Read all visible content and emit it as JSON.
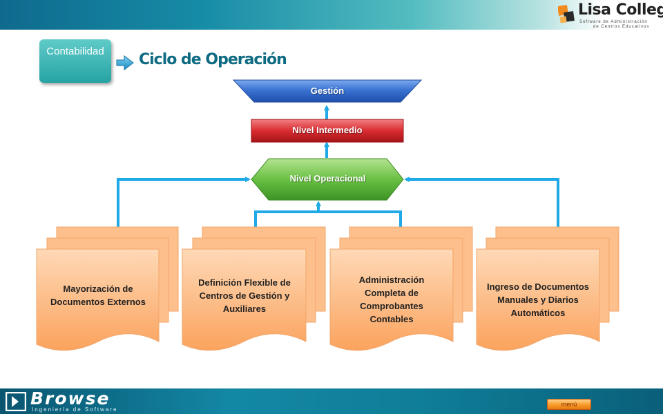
{
  "header": {
    "brand": "Lisa College",
    "brand_sub_line1": "Software de Administración",
    "brand_sub_line2": "de Centros Educativos"
  },
  "section_badge": "Contabilidad",
  "page_title": "Ciclo de Operación",
  "diagram": {
    "nodes": {
      "gestion": "Gestión",
      "intermedio": "Nivel Intermedio",
      "operacional": "Nivel Operacional"
    },
    "documents": [
      "Mayorización de Documentos Externos",
      "Definición Flexible de Centros de Gestión y Auxiliares",
      "Administración Completa de Comprobantes Contables",
      "Ingreso de Documentos Manuales y Diarios Automáticos"
    ],
    "colors": {
      "gestion": "#2f67c9",
      "intermedio": "#d42a2e",
      "operacional": "#5ab53c",
      "document": "#fcb97e",
      "connector": "#1fa9e6"
    }
  },
  "footer": {
    "brand": "Browse",
    "brand_sub": "Ingeniería de Software",
    "menu_label": "menú"
  }
}
